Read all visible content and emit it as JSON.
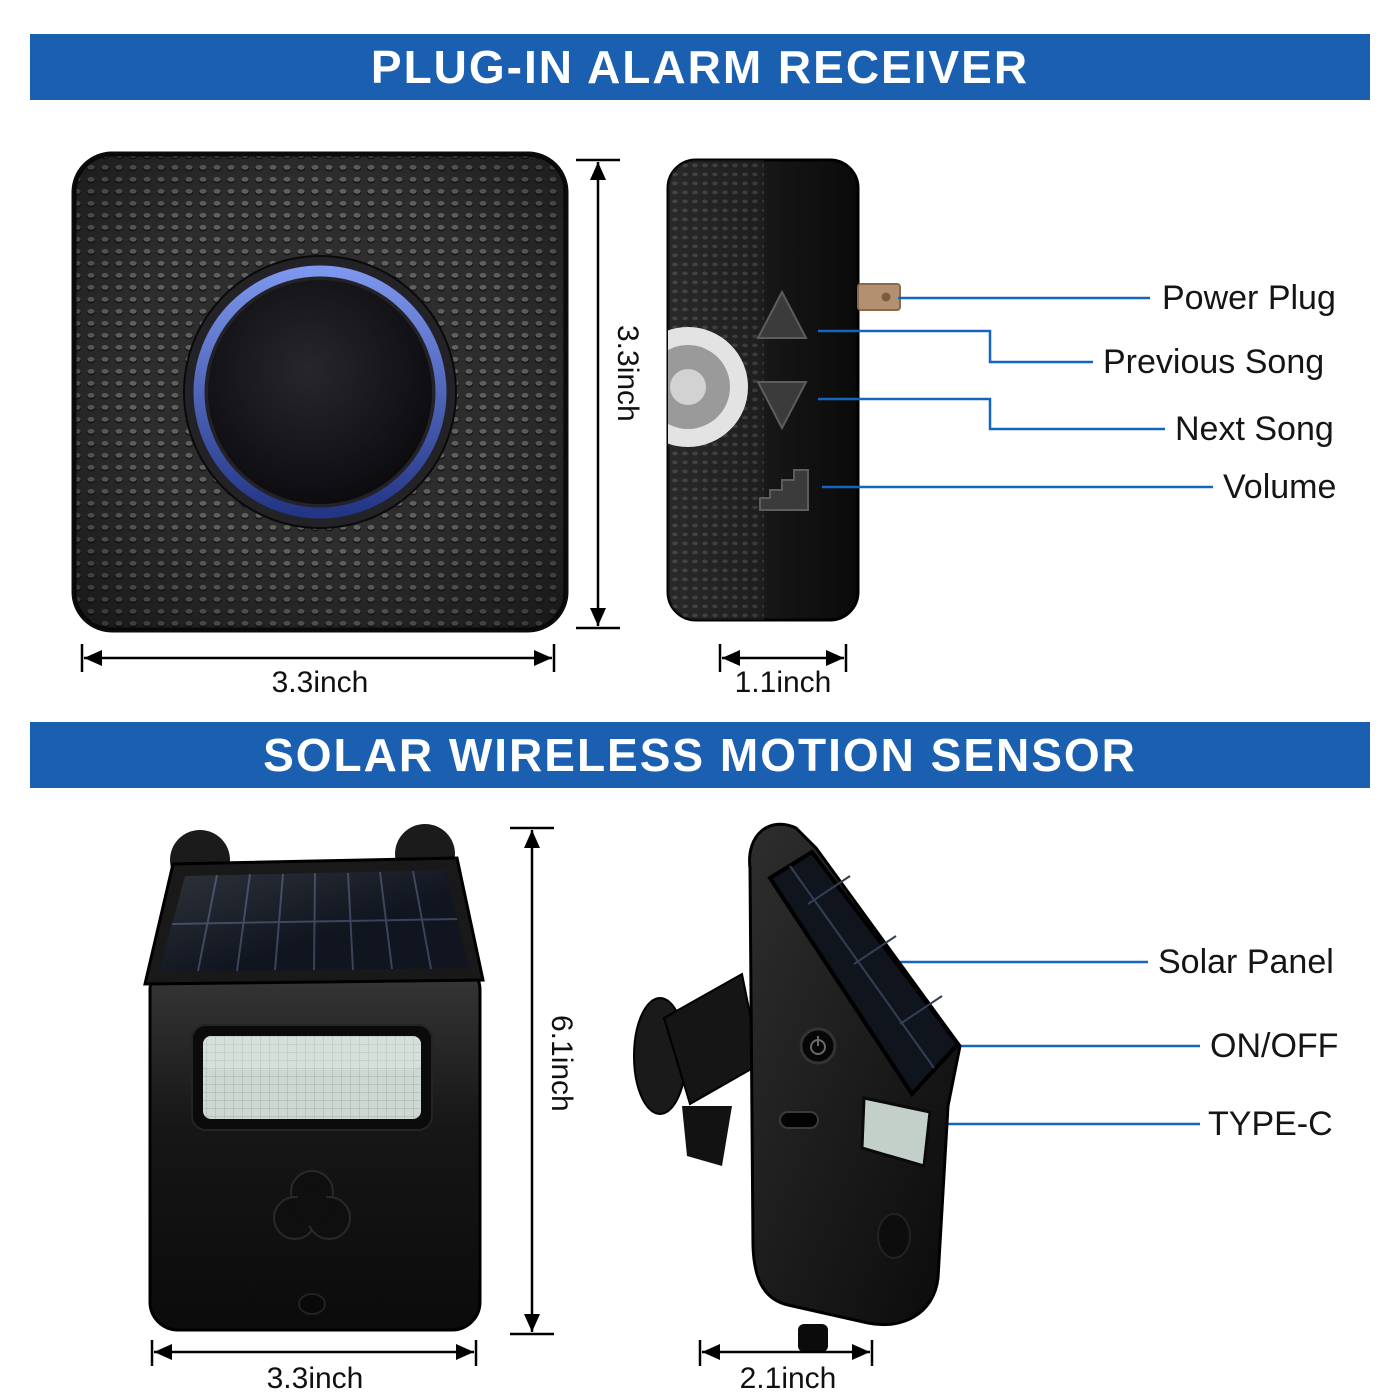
{
  "sections": {
    "receiver": {
      "title": "PLUG-IN ALARM RECEIVER",
      "front": {
        "width_label": "3.3inch",
        "height_label": "3.3inch"
      },
      "side": {
        "depth_label": "1.1inch"
      },
      "callouts": {
        "power_plug": "Power Plug",
        "previous_song": "Previous Song",
        "next_song": "Next Song",
        "volume": "Volume"
      }
    },
    "sensor": {
      "title": "SOLAR WIRELESS MOTION SENSOR",
      "front": {
        "width_label": "3.3inch",
        "height_label": "6.1inch"
      },
      "side": {
        "depth_label": "2.1inch"
      },
      "callouts": {
        "solar_panel": "Solar Panel",
        "on_off": "ON/OFF",
        "type_c": "TYPE-C"
      }
    }
  },
  "colors": {
    "banner_bg": "#1b5fb0",
    "banner_text": "#ffffff",
    "callout_line": "#1565c0",
    "dimension_line": "#000000",
    "device_body": "#1c1c1c",
    "led_ring": "#4a6ee0",
    "plug_prong": "#b3906f",
    "pir_window": "#cdd8d2"
  },
  "icons": {
    "previous_song": "up-arrow-icon",
    "next_song": "down-arrow-icon",
    "volume": "volume-icon",
    "power": "power-icon"
  }
}
